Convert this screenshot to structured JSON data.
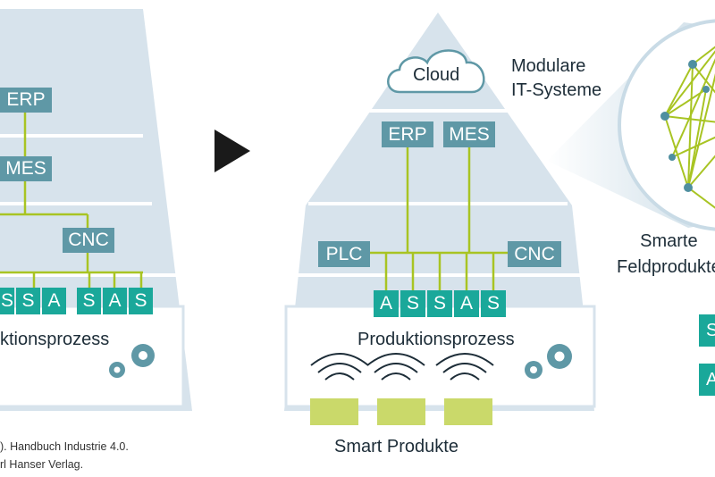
{
  "left_pyramid": {
    "erp_label": "ERP",
    "mes_label": "MES",
    "cnc_label": "CNC",
    "group1_letters": [
      "S",
      "S",
      "A"
    ],
    "group2_letters": [
      "S",
      "A",
      "S"
    ],
    "process_label": "ktionsprozess"
  },
  "arrow_icon": "play-triangle-icon",
  "right_pyramid": {
    "cloud_label": "Cloud",
    "erp_label": "ERP",
    "mes_label": "MES",
    "plc_label": "PLC",
    "cnc_label": "CNC",
    "letters": [
      "A",
      "S",
      "S",
      "A",
      "S"
    ],
    "process_label": "Produktionsprozess",
    "products_label": "Smart Produkte"
  },
  "annotations": {
    "modulare_line1": "Modulare",
    "modulare_line2": "IT-Systeme",
    "smarte_line1": "Smarte",
    "smarte_line2": "Feldprodukte"
  },
  "legend_letters": [
    "S",
    "A"
  ],
  "citation": {
    "line1": "). Handbuch Industrie 4.0.",
    "line2": "rl Hanser Verlag."
  },
  "colors": {
    "pyramid": "#d7e3ec",
    "band_separator": "#ffffff",
    "teal_box": "#5f98a6",
    "green_box": "#1aa89a",
    "connector": "#a8c423",
    "smart_product": "#cad96a",
    "text": "#1d2d38"
  }
}
